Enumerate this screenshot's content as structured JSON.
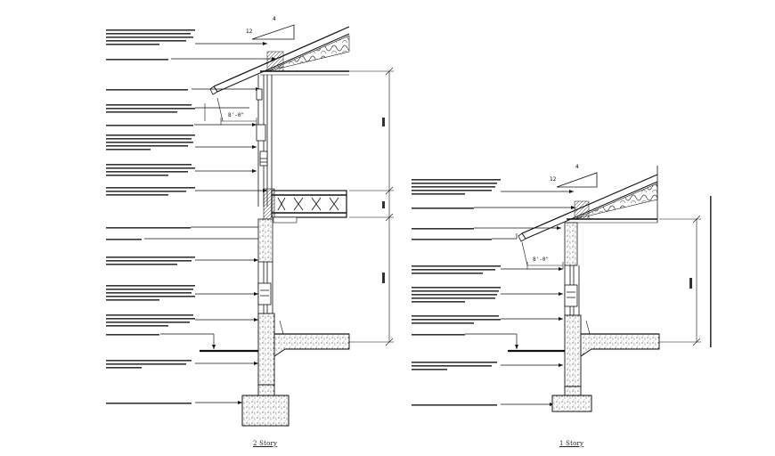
{
  "drawing": {
    "left_section": {
      "caption": "2 Story",
      "eave_dimension": "8'-0\"",
      "slope_rise": "4",
      "slope_run": "12"
    },
    "right_section": {
      "caption": "1 Story",
      "eave_dimension": "8'-0\"",
      "slope_rise": "4",
      "slope_run": "12"
    }
  }
}
